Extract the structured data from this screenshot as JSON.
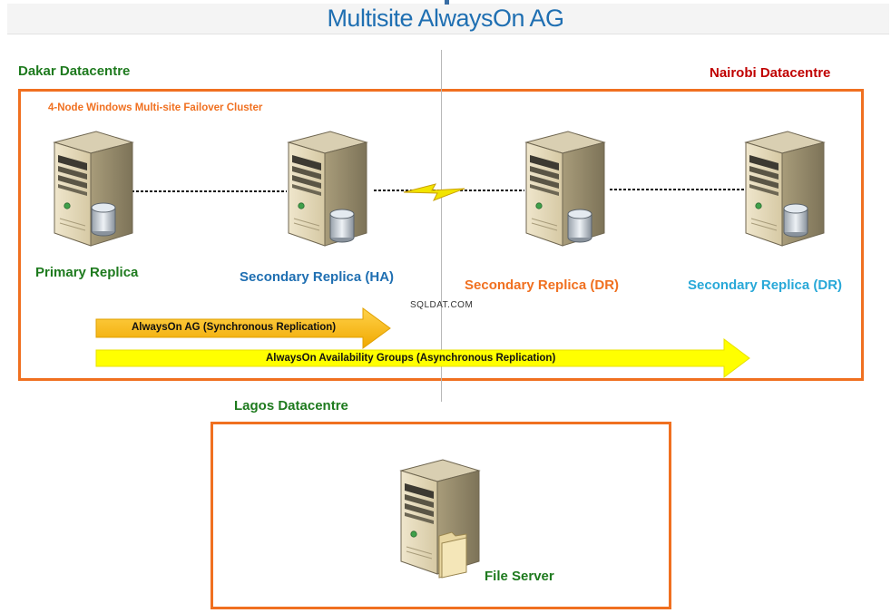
{
  "title": "Multisite AlwaysOn AG",
  "datacentres": {
    "dakar": "Dakar Datacentre",
    "nairobi": "Nairobi Datacentre",
    "lagos": "Lagos Datacentre"
  },
  "cluster_label": "4-Node Windows Multi-site Failover Cluster",
  "replicas": {
    "primary": "Primary Replica",
    "secondary_ha": "Secondary Replica (HA)",
    "secondary_dr_1": "Secondary Replica (DR)",
    "secondary_dr_2": "Secondary Replica (DR)"
  },
  "arrows": {
    "sync": "AlwaysOn AG  (Synchronous Replication)",
    "async": "AlwaysOn Availability Groups (Asynchronous Replication)"
  },
  "file_server": "File Server",
  "watermark": "SQLDAT.COM",
  "colors": {
    "title": "#1f6fb2",
    "dakar": "#1e7a1e",
    "nairobi": "#c00000",
    "lagos": "#1e7a1e",
    "box_border": "#f07020",
    "primary": "#1e7a1e",
    "secondary_ha": "#1f6fb2",
    "secondary_dr_1": "#f07020",
    "secondary_dr_2": "#28a8d8",
    "sync_arrow": "#ffc000",
    "async_arrow": "#ffff00"
  },
  "icons": {
    "server": "server-icon",
    "database": "database-icon",
    "folder": "folder-icon",
    "wan_link": "lightning-icon"
  }
}
